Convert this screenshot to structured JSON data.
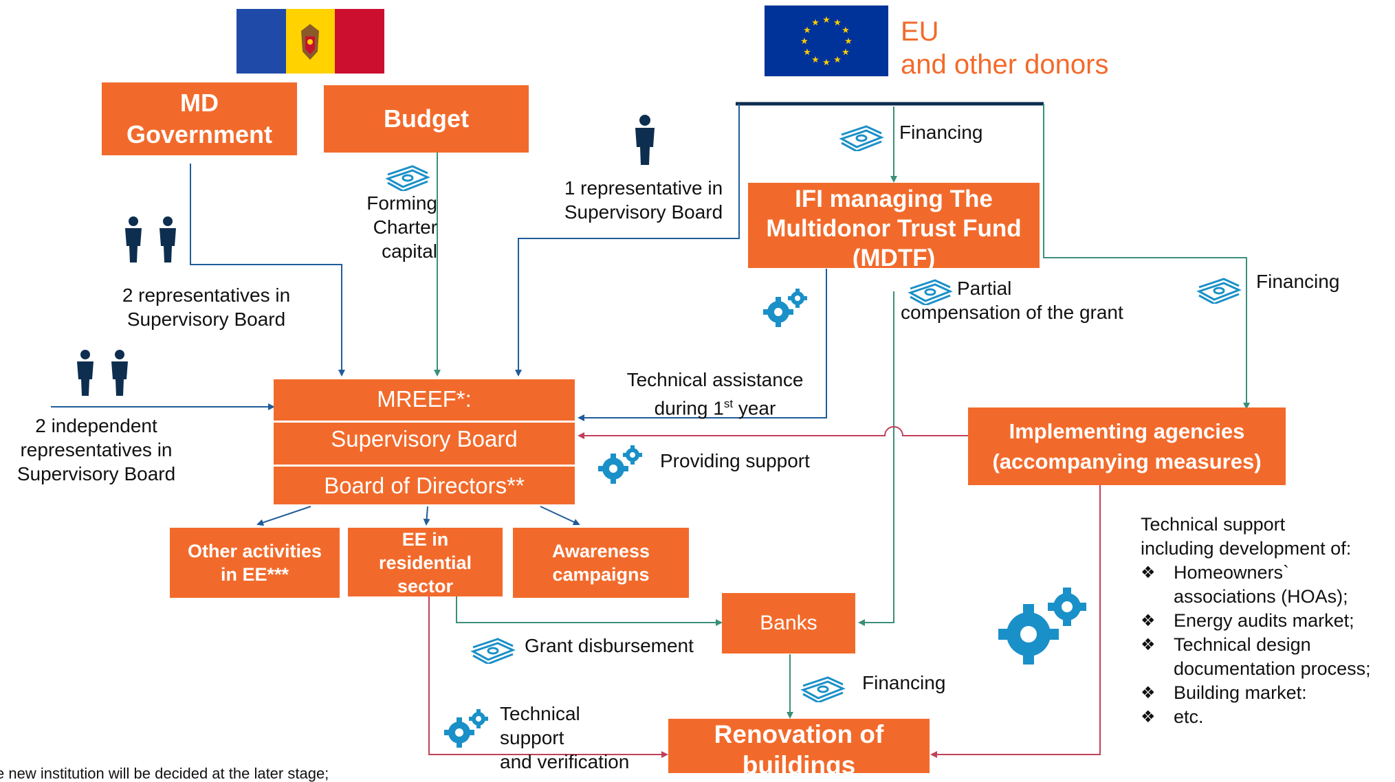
{
  "flags": {
    "moldova": "moldova-flag",
    "eu": "eu-flag"
  },
  "donors": {
    "line1": "EU",
    "line2": "and other donors"
  },
  "boxes": {
    "md_government": {
      "line1": "MD",
      "line2": "Government"
    },
    "budget": "Budget",
    "ifi": {
      "line1": "IFI managing The",
      "line2": "Multidonor Trust Fund",
      "line3": "(MDTF)"
    },
    "mreef": {
      "title": "MREEF*:",
      "supervisory": "Supervisory Board",
      "directors": "Board of Directors**"
    },
    "other_activities": {
      "line1": "Other activities",
      "line2": "in EE***"
    },
    "ee_residential": {
      "line1": "EE in",
      "line2": "residential",
      "line3": "sector"
    },
    "awareness": {
      "line1": "Awareness",
      "line2": "campaigns"
    },
    "banks": "Banks",
    "implementing": {
      "line1": "Implementing agencies",
      "line2": "(accompanying measures)"
    },
    "renovation": {
      "line1": "Renovation of",
      "line2": "buildings"
    }
  },
  "labels": {
    "forming": {
      "line1": "Forming",
      "line2": "Charter",
      "line3": "capital"
    },
    "two_reps": {
      "line1": "2 representatives in",
      "line2": "Supervisory Board"
    },
    "two_indep": {
      "line1": "2 independent",
      "line2": "representatives in",
      "line3": "Supervisory Board"
    },
    "one_rep": {
      "line1": "1 representative in",
      "line2": "Supervisory Board"
    },
    "financing_top": "Financing",
    "financing_right": "Financing",
    "financing_bottom": "Financing",
    "partial": {
      "line1": "Partial",
      "line2": "compensation of the grant"
    },
    "tech_assist": {
      "line1": "Technical assistance",
      "line2_pre": "during 1",
      "line2_sup": "st",
      "line2_post": " year"
    },
    "providing_support": "Providing support",
    "grant_disbursement": "Grant disbursement",
    "tech_support_verif": {
      "line1": "Technical",
      "line2": "support",
      "line3": "and verification"
    },
    "tech_support_list": {
      "intro1": "Technical support",
      "intro2": "including development of:",
      "items": [
        {
          "l1": "Homeowners`",
          "l2": "associations (HOAs);"
        },
        {
          "l1": "Energy audits market;",
          "l2": ""
        },
        {
          "l1": "Technical design",
          "l2": "documentation process;"
        },
        {
          "l1": "Building market:",
          "l2": ""
        },
        {
          "l1": "etc.",
          "l2": ""
        }
      ]
    },
    "footnote": "e new institution will be decided at the later stage;"
  },
  "icons": [
    "person-pair-icon",
    "person-pair-icon",
    "person-icon",
    "money-icon",
    "gears-icon"
  ],
  "colors": {
    "orange": "#f26a2b",
    "blue_arrow": "#1f5c99",
    "green_arrow": "#3a8f7a",
    "red_arrow": "#c0405a",
    "icon_blue": "#1a90c8",
    "navy": "#0d2e4f",
    "donor_text": "#f26a2b"
  }
}
